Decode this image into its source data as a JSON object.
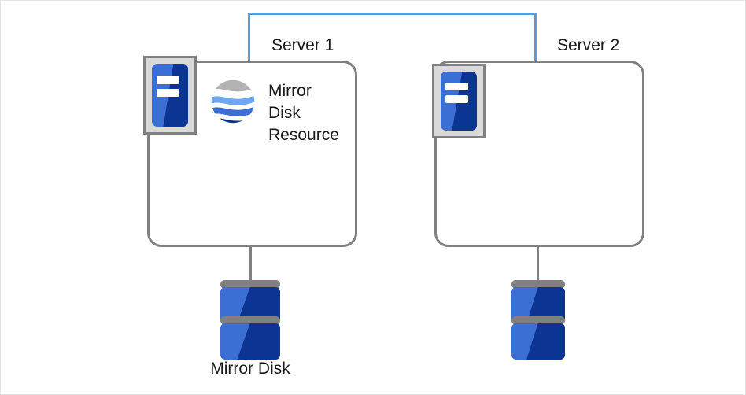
{
  "diagram": {
    "title_hidden": "",
    "servers": [
      {
        "id": "server-1",
        "label": "Server 1",
        "resource_label": "Mirror\nDisk\nResource",
        "icon": "server-icon",
        "resource_icon": "mirror-disk-resource-globe-icon",
        "disk": {
          "label": "Mirror Disk",
          "icon": "disk-stack-icon"
        }
      },
      {
        "id": "server-2",
        "label": "Server 2",
        "resource_label": "",
        "icon": "server-icon",
        "resource_icon": "",
        "disk": {
          "label": "",
          "icon": "disk-stack-icon"
        }
      }
    ],
    "connector": {
      "name": "interconnect-line",
      "color": "#5b9bd5"
    },
    "colors": {
      "box_border": "#808080",
      "connector_blue": "#5b9bd5",
      "disk_blue_light": "#3b6fd4",
      "disk_blue_dark": "#0b3493",
      "globe_gray": "#b3b3b3",
      "globe_light_blue": "#6fa8f0",
      "globe_mid_blue": "#3b6fd4",
      "globe_dark_blue": "#0b3493",
      "text": "#1a1a1a",
      "page_border": "#e3e3e3"
    }
  }
}
